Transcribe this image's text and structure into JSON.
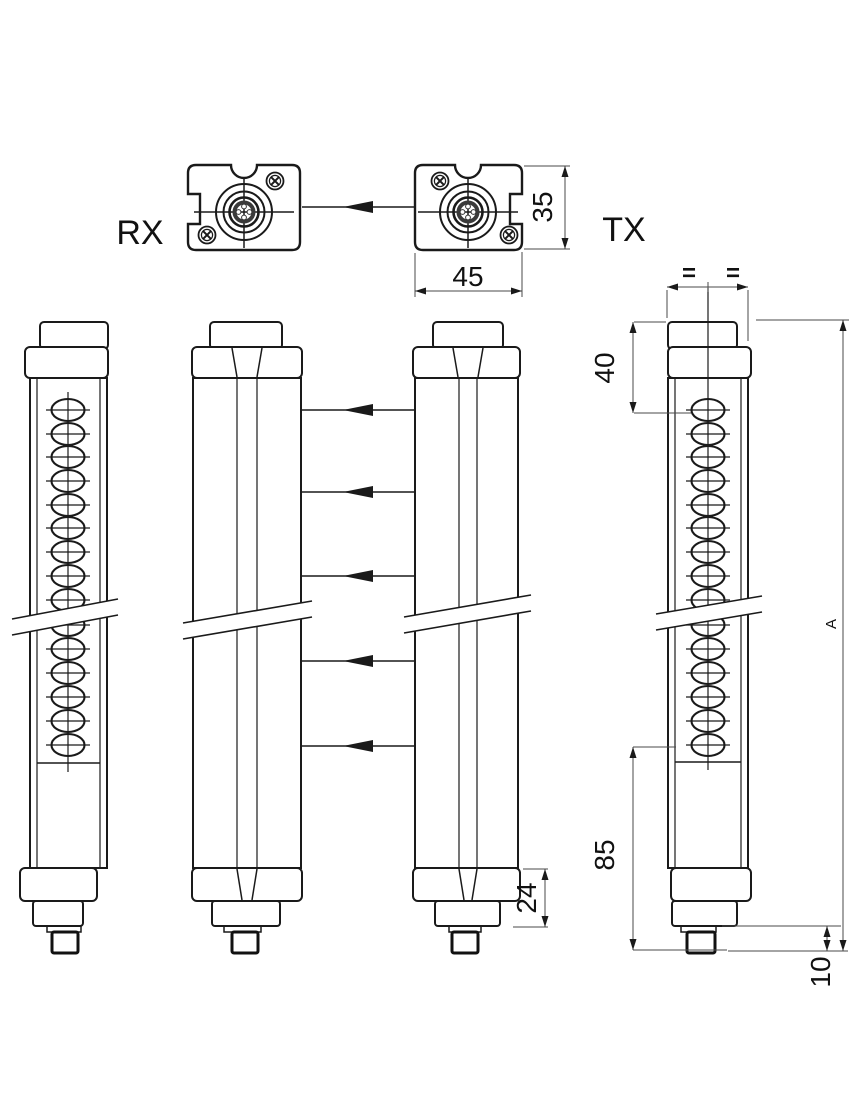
{
  "drawing": {
    "labels": {
      "receiver": "RX",
      "transmitter": "TX"
    },
    "dimensions": {
      "head_width": "45",
      "head_depth": "35",
      "top_to_first_beam": "40",
      "equal_left": "=",
      "equal_right": "=",
      "total_length": "A",
      "last_beam_to_bottom": "85",
      "bottom_cap": "24",
      "connector": "10"
    },
    "colors": {
      "line": "#1a1a1a",
      "dim_line": "#4a4a4a",
      "background": "#ffffff"
    }
  }
}
